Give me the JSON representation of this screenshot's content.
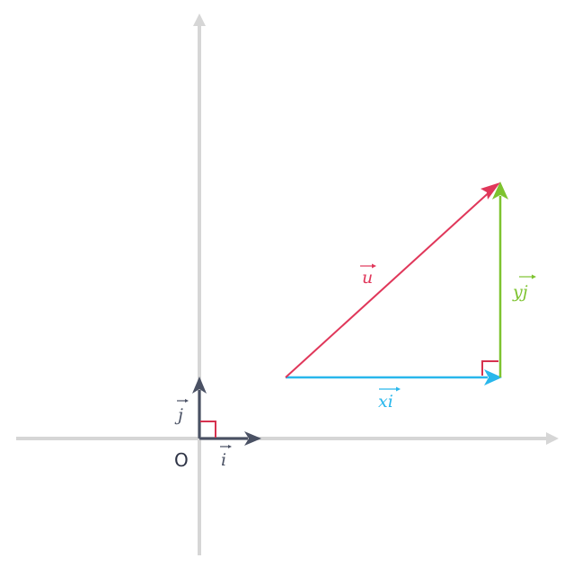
{
  "labels": {
    "origin": "O",
    "i_vec": "i",
    "j_vec": "j",
    "u_vec": "u",
    "xi_vec": "xi",
    "yj_vec": "yj"
  },
  "colors": {
    "axis": "#d6d6d6",
    "basis": "#4a5164",
    "u": "#e0375a",
    "xi": "#29b7ec",
    "yj": "#7dc32f",
    "right_angle_mark": "#d6324f",
    "origin_text": "#2e3446"
  }
}
